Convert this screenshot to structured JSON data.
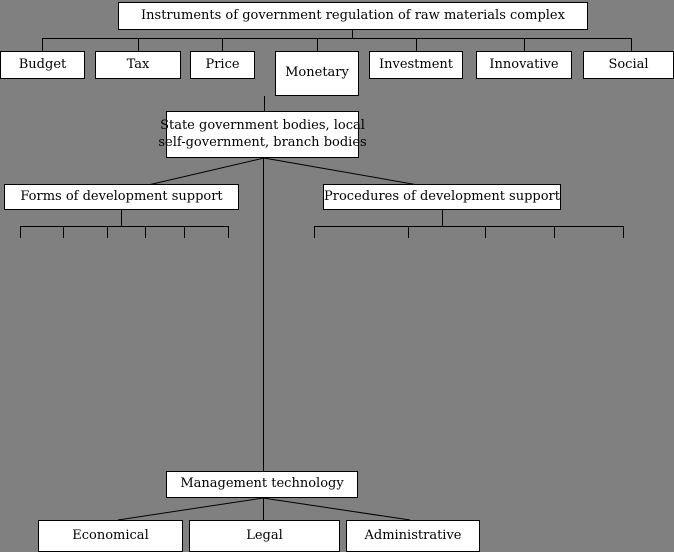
{
  "diagram": {
    "title_node": {
      "label": "Instruments of government regulation of raw materials complex"
    },
    "instrument_nodes": [
      {
        "label": "Budget"
      },
      {
        "label": "Tax"
      },
      {
        "label": "Price"
      },
      {
        "label": "Monetary"
      },
      {
        "label": "Investment"
      },
      {
        "label": "Innovative"
      },
      {
        "label": "Social"
      }
    ],
    "bodies_node": {
      "line1": "State government bodies, local",
      "line2": "self-government, branch bodies"
    },
    "support_nodes": [
      {
        "label": "Forms of development support"
      },
      {
        "label": "Procedures of development support"
      }
    ],
    "management_node": {
      "label": "Management technology"
    },
    "technology_nodes": [
      {
        "label": "Economical"
      },
      {
        "label": "Legal"
      },
      {
        "label": "Administrative"
      }
    ],
    "colors": {
      "background": "#808080",
      "node_fill": "#ffffff",
      "stroke": "#000000",
      "text": "#000000"
    }
  }
}
